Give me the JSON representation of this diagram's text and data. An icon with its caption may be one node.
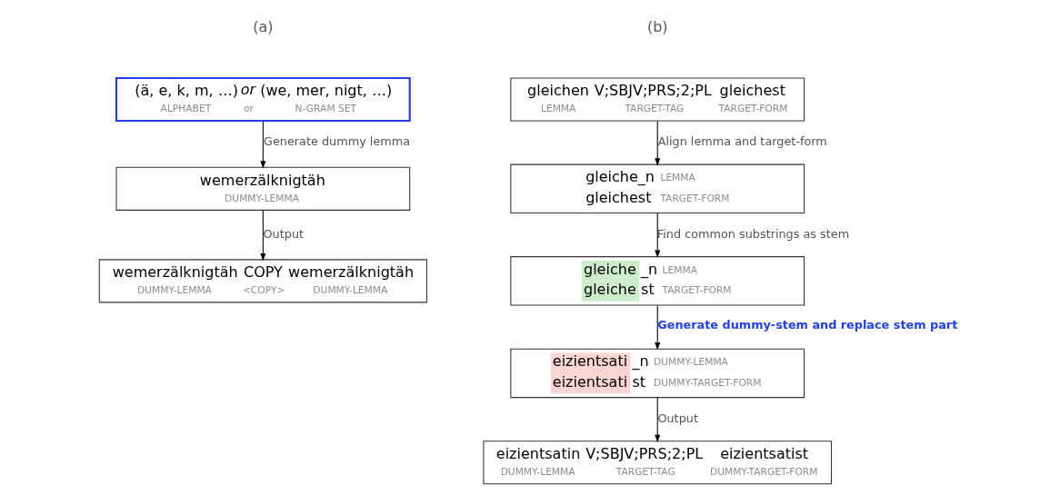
{
  "diagram": {
    "nodes": [
      {
        "text": [
          "(ä, e, k, m, …)",
          "or",
          "(we, mer, nigt, …)",
          "ALPHABET",
          "or",
          "N-GRAM SET"
        ]
      },
      {
        "text": [
          "wemerzälknigtäh",
          "DUMMY-LEMMA"
        ]
      },
      {
        "text": [
          "wemerzälknigtäh",
          "COPY",
          "wemerzälknigtäh",
          "DUMMY-LEMMA",
          "<COPY>",
          "DUMMY-LEMMA"
        ]
      },
      {
        "text": [
          "gleichen",
          "V;SBJV;PRS;2;PL",
          "gleichest",
          "LEMMA",
          "TARGET-TAG",
          "TARGET-FORM"
        ]
      },
      {
        "text": [
          "gleiche_n",
          "LEMMA",
          "gleichest",
          "TARGET-FORM"
        ]
      },
      {
        "text": [
          "gleiche",
          "_n",
          "LEMMA",
          "gleiche",
          "st",
          "TARGET-FORM"
        ]
      },
      {
        "text": [
          "eizientsati",
          "_n",
          "DUMMY-LEMMA",
          "eizientsati",
          "st",
          "DUMMY-TARGET-FORM"
        ]
      },
      {
        "text": [
          "eizientsatin",
          "V;SBJV;PRS;2;PL",
          "eizientsatist",
          "DUMMY-LEMMA",
          "TARGET-TAG",
          "DUMMY-TARGET-FORM"
        ]
      }
    ],
    "edges": [
      {
        "from": 0,
        "to": 1,
        "arrow": "to",
        "label": "Generate dummy lemma"
      },
      {
        "from": 1,
        "to": 2,
        "arrow": "to",
        "label": "Output"
      },
      {
        "from": 3,
        "to": 4,
        "arrow": "to",
        "label": "Align lemma and target-form"
      },
      {
        "from": 4,
        "to": 5,
        "arrow": "to",
        "label": "Find common substrings as stem"
      },
      {
        "from": 5,
        "to": 6,
        "arrow": "to",
        "label": "Generate dummy-stem and replace stem part"
      },
      {
        "from": 6,
        "to": 7,
        "arrow": "to",
        "label": "Output"
      }
    ],
    "labels": [
      "(a)",
      "(b)"
    ]
  }
}
